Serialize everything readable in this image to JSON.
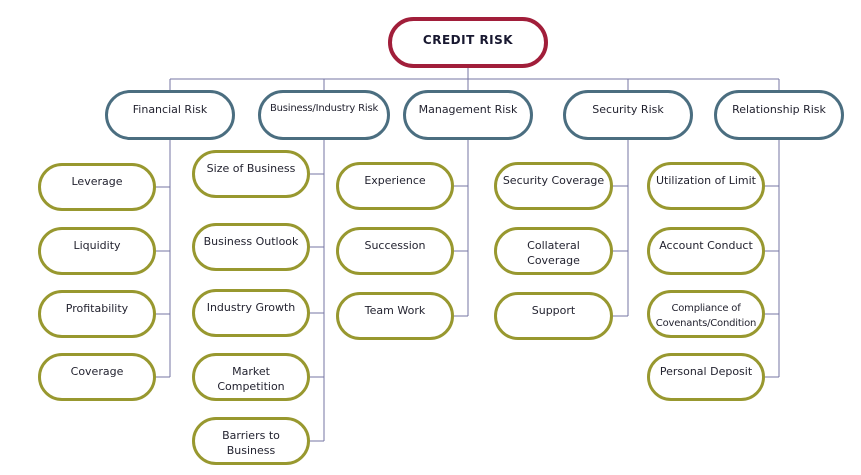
{
  "diagram": {
    "title": "Credit Risk hierarchy",
    "root": {
      "label": "CREDIT RISK"
    },
    "branches": [
      {
        "label": "Financial Risk",
        "children": [
          "Leverage",
          "Liquidity",
          "Profitability",
          "Coverage"
        ]
      },
      {
        "label": "Business/Industry Risk",
        "children": [
          "Size of Business",
          "Business Outlook",
          "Industry Growth",
          "Market Competition",
          "Barriers to Business"
        ]
      },
      {
        "label": "Management Risk",
        "children": [
          "Experience",
          "Succession",
          "Team Work"
        ]
      },
      {
        "label": "Security Risk",
        "children": [
          "Security Coverage",
          "Collateral Coverage",
          "Support"
        ]
      },
      {
        "label": "Relationship Risk",
        "children": [
          "Utilization of Limit",
          "Account Conduct",
          "Compliance of Covenants/Condition",
          "Personal Deposit"
        ]
      }
    ],
    "colors": {
      "root_border": "#A11E3A",
      "branch_border": "#4B6E80",
      "leaf_border": "#98982F",
      "connector": "#7575A3",
      "text": "#232330",
      "background": "#FFFFFF"
    }
  }
}
